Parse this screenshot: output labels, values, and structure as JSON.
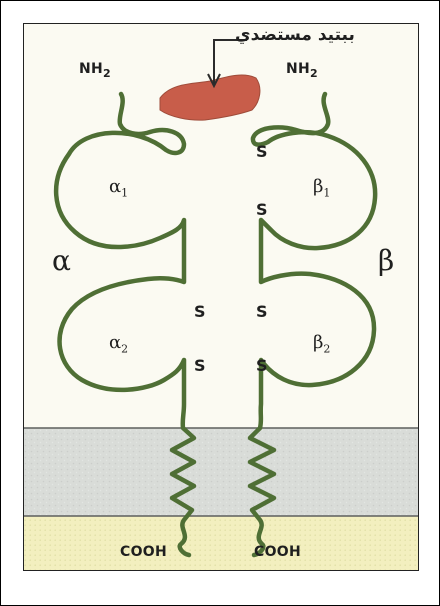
{
  "figure": {
    "ligand_label": "ببتيد مستضدي",
    "chain_alpha": "α",
    "chain_beta": "β",
    "domain_alpha1": "α",
    "domain_alpha1_sub": "1",
    "domain_alpha2": "α",
    "domain_alpha2_sub": "2",
    "domain_beta1": "β",
    "domain_beta1_sub": "1",
    "domain_beta2": "β",
    "domain_beta2_sub": "2",
    "nh2_left": "NH",
    "nh2_left_sub": "2",
    "nh2_right": "NH",
    "nh2_right_sub": "2",
    "s_label": "S",
    "cooh_left": "COOH",
    "cooh_right": "COOH",
    "colors": {
      "chain": "#4f6f35",
      "peptide": "#c85d4a",
      "membrane_top": "#d9dcd8",
      "membrane_bottom": "#f3efbf"
    }
  }
}
